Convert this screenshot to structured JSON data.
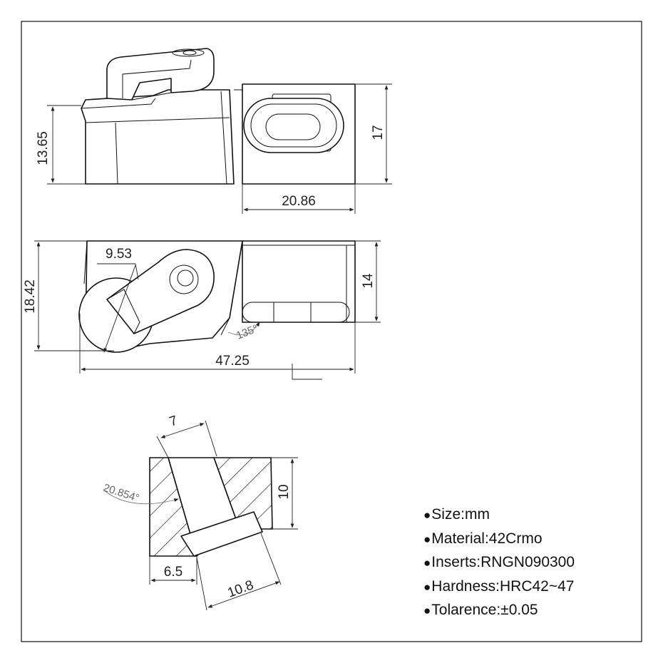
{
  "dimensions": {
    "top_height": "13.65",
    "top_block_height": "17",
    "top_block_width": "20.86",
    "front_height": "18.42",
    "front_block_height": "14",
    "front_width": "47.25",
    "pad_width": "9.53",
    "chamfer_angle": "135°",
    "section_width_top": "7",
    "section_height": "10",
    "section_angle": "20.854°",
    "section_width_bottom": "6.5",
    "insert_width": "10.8"
  },
  "specs": [
    {
      "text": "Size:mm"
    },
    {
      "text": "Material:42Crmo"
    },
    {
      "text": "Inserts:RNGN090300"
    },
    {
      "text": "Hardness:HRC42~47"
    },
    {
      "text": "Tolarence:±0.05"
    }
  ]
}
